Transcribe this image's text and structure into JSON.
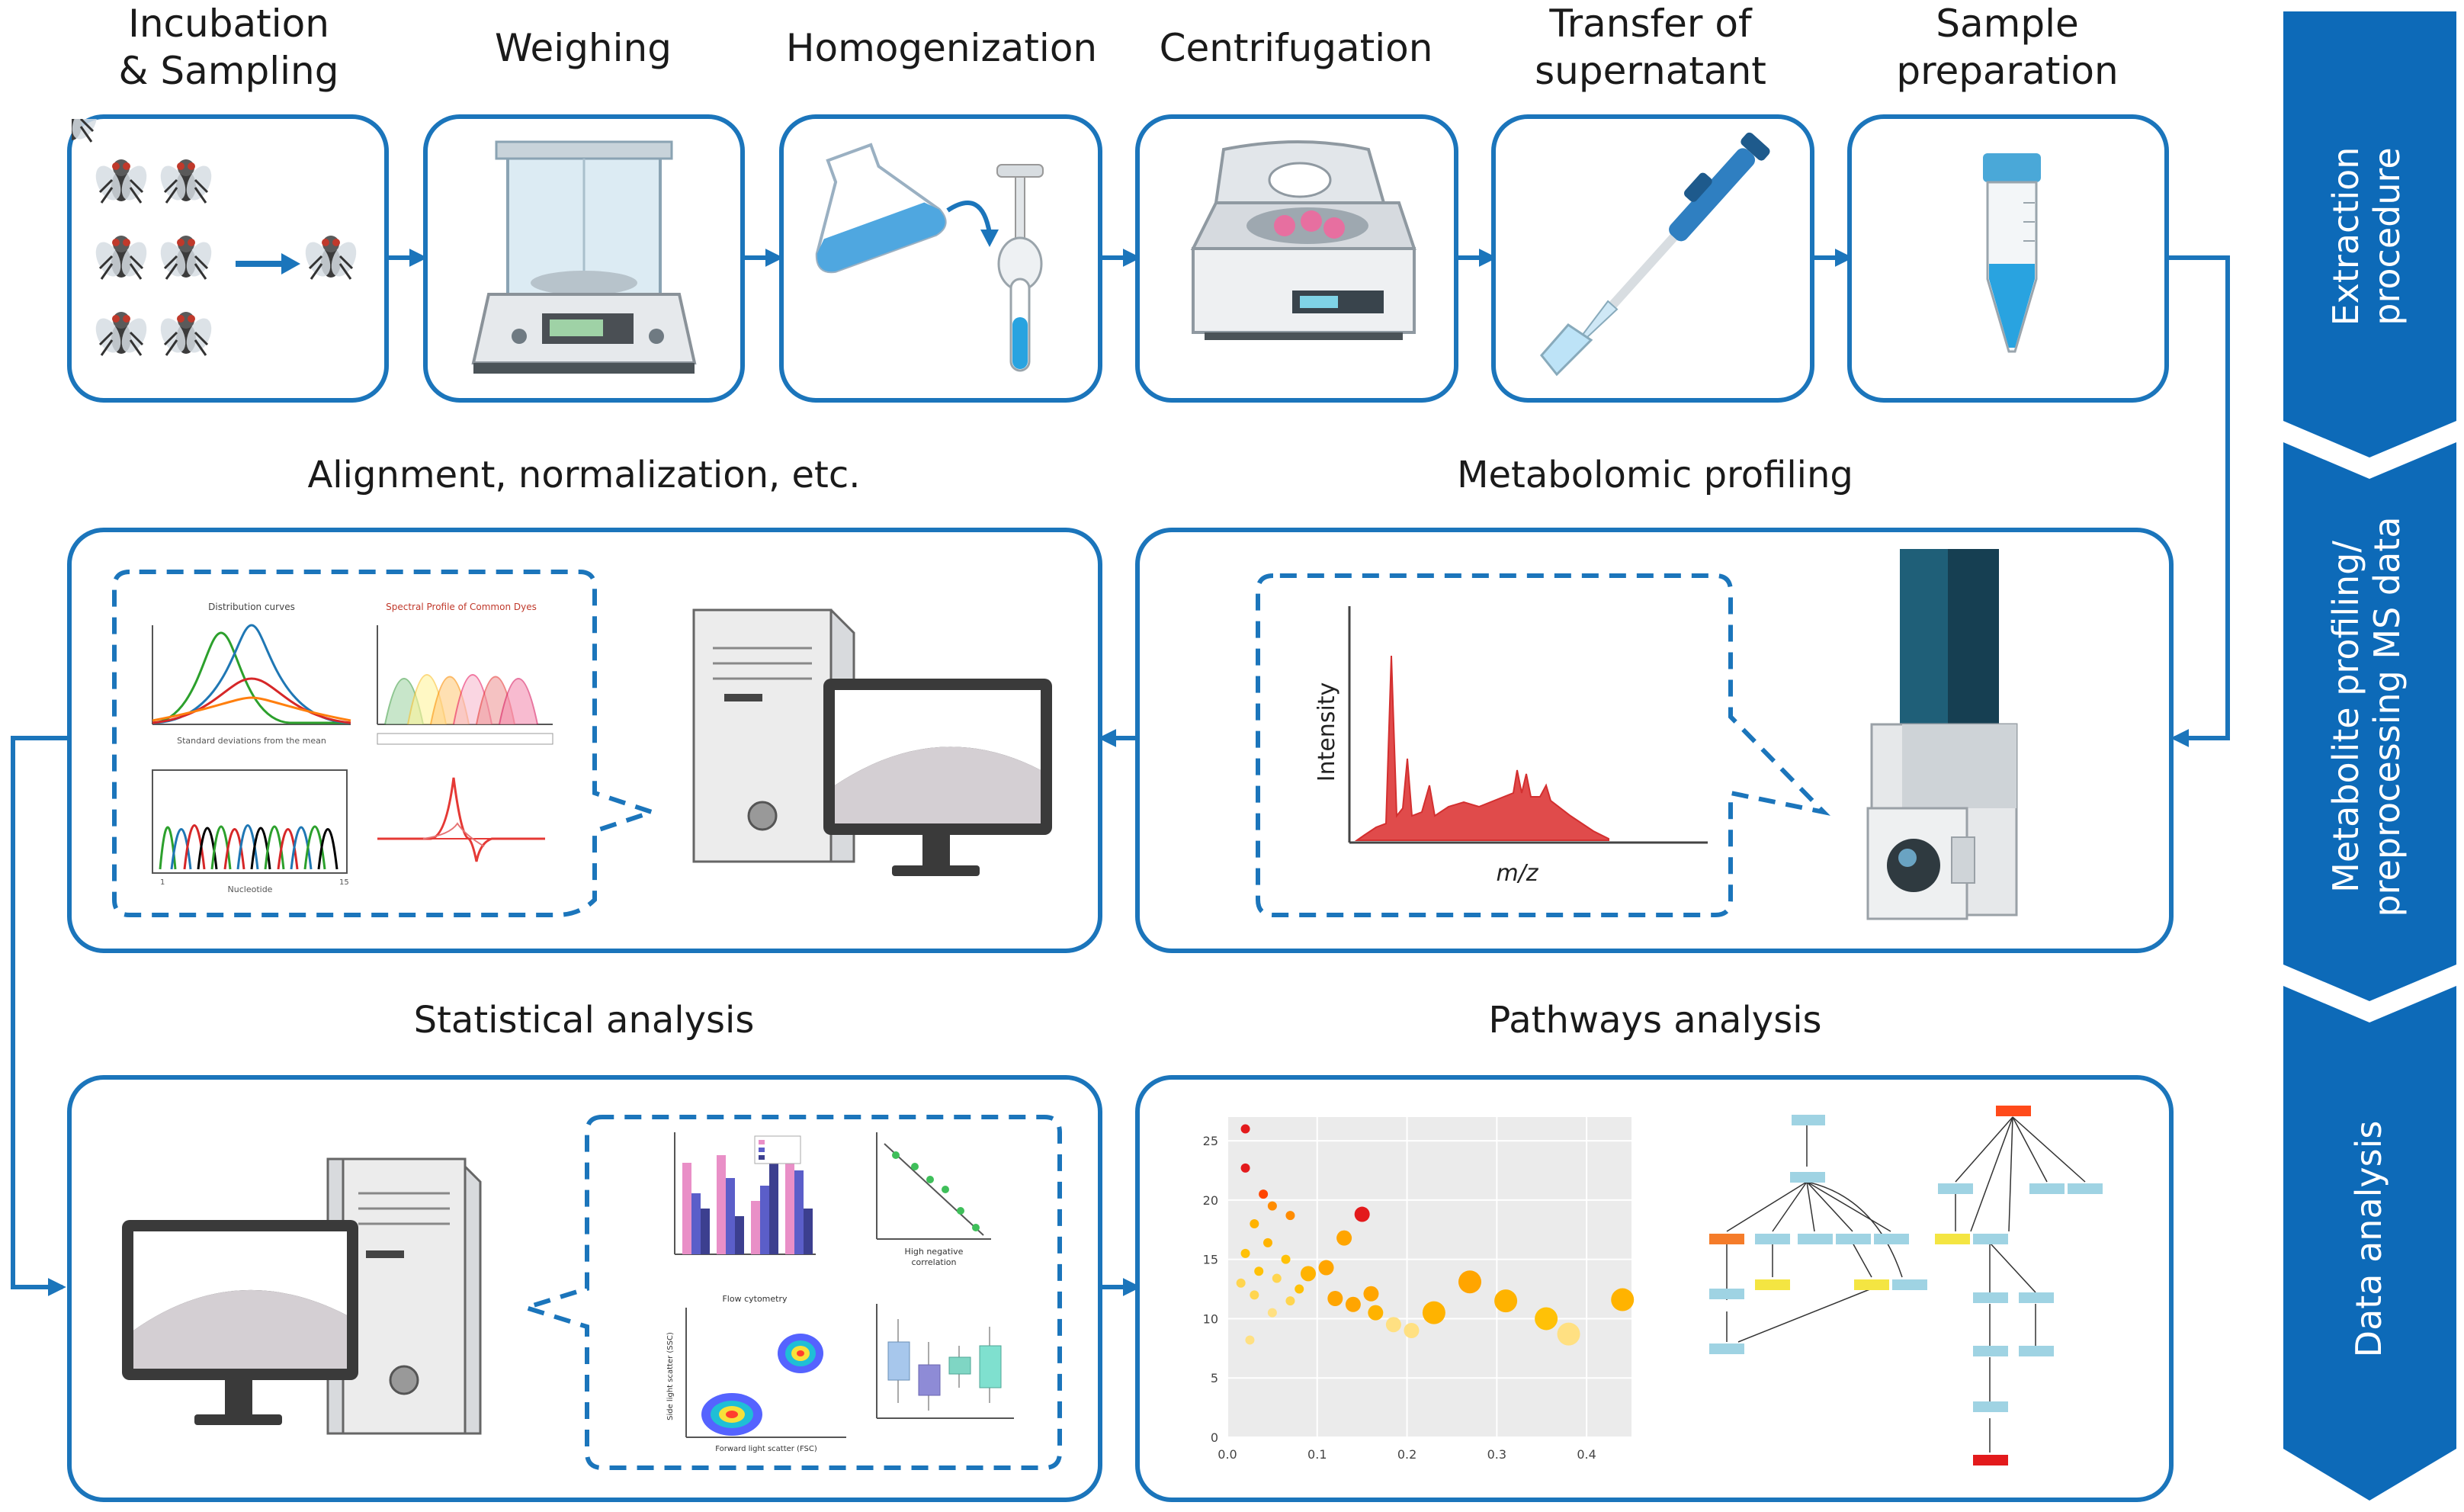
{
  "steps": [
    {
      "id": "incubation",
      "lines": [
        "Incubation",
        "& Sampling"
      ]
    },
    {
      "id": "weighing",
      "lines": [
        "Weighing"
      ]
    },
    {
      "id": "homogenization",
      "lines": [
        "Homogenization"
      ]
    },
    {
      "id": "centrifugation",
      "lines": [
        "Centrifugation"
      ]
    },
    {
      "id": "transfer",
      "lines": [
        "Transfer of",
        "supernatant"
      ]
    },
    {
      "id": "sample-prep",
      "lines": [
        "Sample",
        "preparation"
      ]
    }
  ],
  "sections": {
    "alignment": "Alignment, normalization, etc.",
    "profiling": "Metabolomic profiling",
    "statistical": "Statistical analysis",
    "pathways": "Pathways analysis"
  },
  "phases": [
    {
      "lines": [
        "Extraction",
        "procedure"
      ]
    },
    {
      "lines": [
        "Metabolite profiling/",
        "preprocessing MS data"
      ]
    },
    {
      "lines": [
        "Data analysis"
      ]
    }
  ],
  "spectrum": {
    "ylabel": "Intensity",
    "xlabel": "m/z"
  },
  "mini_plots": {
    "dist_title": "Distribution curves",
    "spectral_title": "Spectral Profile of Common Dyes",
    "dist_xlabel": "Standard deviations from the mean",
    "nuc_xlabel": "Nucleotide",
    "nuc_ticks": [
      "1",
      "15"
    ],
    "flow_title": "Flow cytometry",
    "flow_xlabel": "Forward light scatter (FSC)",
    "flow_ylabel": "Side light scatter (SSC)",
    "corr_label": [
      "High negative",
      "correlation"
    ]
  },
  "pathway_chart": {
    "x_ticks": [
      "0.0",
      "0.1",
      "0.2",
      "0.3",
      "0.4"
    ],
    "y_ticks": [
      "0",
      "5",
      "10",
      "15",
      "20",
      "25"
    ],
    "xlim": [
      0,
      0.45
    ],
    "ylim": [
      0,
      27
    ]
  },
  "chart_data": {
    "type": "scatter",
    "xlim": [
      0,
      0.45
    ],
    "ylim": [
      0,
      27
    ],
    "x_ticks": [
      "0.0",
      "0.1",
      "0.2",
      "0.3",
      "0.4"
    ],
    "y_ticks": [
      "0",
      "5",
      "10",
      "15",
      "20",
      "25"
    ],
    "points": [
      {
        "x": 0.02,
        "y": 26.0,
        "size": 1,
        "color": "#e31a1c"
      },
      {
        "x": 0.02,
        "y": 22.7,
        "size": 1,
        "color": "#e31a1c"
      },
      {
        "x": 0.04,
        "y": 20.5,
        "size": 1,
        "color": "#ff4500"
      },
      {
        "x": 0.05,
        "y": 19.5,
        "size": 1,
        "color": "#ff8c00"
      },
      {
        "x": 0.15,
        "y": 18.8,
        "size": 2,
        "color": "#e31a1c"
      },
      {
        "x": 0.03,
        "y": 18.0,
        "size": 1,
        "color": "#ffb300"
      },
      {
        "x": 0.07,
        "y": 18.7,
        "size": 1,
        "color": "#ff8c00"
      },
      {
        "x": 0.045,
        "y": 16.4,
        "size": 1,
        "color": "#ffb300"
      },
      {
        "x": 0.13,
        "y": 16.8,
        "size": 2,
        "color": "#ffa500"
      },
      {
        "x": 0.02,
        "y": 15.5,
        "size": 1,
        "color": "#ffc107"
      },
      {
        "x": 0.065,
        "y": 15.0,
        "size": 1,
        "color": "#ffc107"
      },
      {
        "x": 0.11,
        "y": 14.3,
        "size": 2,
        "color": "#ffa500"
      },
      {
        "x": 0.035,
        "y": 14.0,
        "size": 1,
        "color": "#ffc107"
      },
      {
        "x": 0.09,
        "y": 13.8,
        "size": 2,
        "color": "#ffb300"
      },
      {
        "x": 0.055,
        "y": 13.4,
        "size": 1,
        "color": "#ffd54f"
      },
      {
        "x": 0.015,
        "y": 13.0,
        "size": 1,
        "color": "#ffd54f"
      },
      {
        "x": 0.08,
        "y": 12.5,
        "size": 1,
        "color": "#ffc107"
      },
      {
        "x": 0.16,
        "y": 12.1,
        "size": 2,
        "color": "#ffa500"
      },
      {
        "x": 0.03,
        "y": 12.0,
        "size": 1,
        "color": "#ffd54f"
      },
      {
        "x": 0.12,
        "y": 11.7,
        "size": 2,
        "color": "#ffa500"
      },
      {
        "x": 0.14,
        "y": 11.2,
        "size": 2,
        "color": "#ffa500"
      },
      {
        "x": 0.07,
        "y": 11.5,
        "size": 1,
        "color": "#ffd54f"
      },
      {
        "x": 0.165,
        "y": 10.5,
        "size": 2,
        "color": "#ffb300"
      },
      {
        "x": 0.05,
        "y": 10.5,
        "size": 1,
        "color": "#ffe082"
      },
      {
        "x": 0.27,
        "y": 13.1,
        "size": 3,
        "color": "#ffa500"
      },
      {
        "x": 0.31,
        "y": 11.5,
        "size": 3,
        "color": "#ffb300"
      },
      {
        "x": 0.44,
        "y": 11.6,
        "size": 3,
        "color": "#ffb300"
      },
      {
        "x": 0.23,
        "y": 10.5,
        "size": 3,
        "color": "#ffb300"
      },
      {
        "x": 0.355,
        "y": 10.0,
        "size": 3,
        "color": "#ffc107"
      },
      {
        "x": 0.38,
        "y": 8.7,
        "size": 3,
        "color": "#ffe082"
      },
      {
        "x": 0.185,
        "y": 9.5,
        "size": 2,
        "color": "#ffe082"
      },
      {
        "x": 0.205,
        "y": 9.0,
        "size": 2,
        "color": "#ffe082"
      },
      {
        "x": 0.025,
        "y": 8.2,
        "size": 1,
        "color": "#ffe082"
      }
    ]
  },
  "colors": {
    "accent": "#1b75bb",
    "band": "#0d6ab8",
    "spectrum": "#e04040"
  }
}
